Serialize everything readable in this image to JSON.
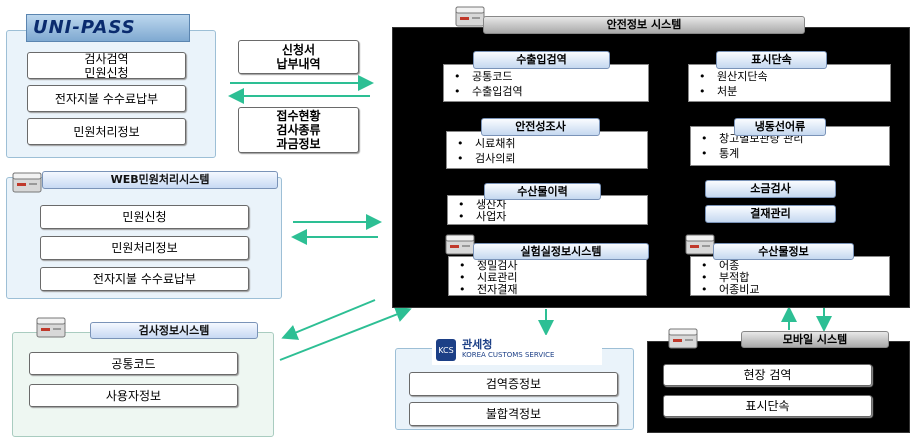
{
  "unipass": {
    "logo": "UNI-PASS",
    "items": [
      "검사검역\n민원신청",
      "전자지불 수수료납부",
      "민원처리정보"
    ]
  },
  "middle": {
    "upper_label": "신청서\n납부내역",
    "lower_label": "접수현황\n검사종류\n과금정보"
  },
  "web_system": {
    "title": "WEB민원처리시스템",
    "items": [
      "민원신청",
      "민원처리정보",
      "전자지불 수수료납부"
    ]
  },
  "inspection_system": {
    "title": "검사정보시스템",
    "items": [
      "공통코드",
      "사용자정보"
    ]
  },
  "customs": {
    "logo_main": "관세청",
    "logo_sub": "KOREA CUSTOMS SERVICE",
    "items": [
      "검역증정보",
      "불합격정보"
    ]
  },
  "safety_system": {
    "title": "안전정보 시스템",
    "modules": [
      {
        "title": "수출입검역",
        "items": [
          "공통코드",
          "수출입검역"
        ]
      },
      {
        "title": "표시단속",
        "items": [
          "원산지단속",
          "처분"
        ]
      },
      {
        "title": "안전성조사",
        "items": [
          "시료채취",
          "검사의뢰"
        ]
      },
      {
        "title": "냉동선어류",
        "items": [
          "창고별보관량 관리",
          "통계"
        ]
      },
      {
        "title": "수산물이력",
        "items": [
          "생산자",
          "사업자"
        ]
      },
      {
        "title": "실험실정보시스템",
        "items": [
          "정밀검사",
          "시료관리",
          "전자결재"
        ]
      },
      {
        "title": "수산물정보",
        "items": [
          "어종",
          "부적합",
          "어종비교"
        ]
      }
    ],
    "buttons": [
      "소금검사",
      "결재관리"
    ]
  },
  "mobile_system": {
    "title": "모바일 시스템",
    "items": [
      "현장 검역",
      "표시단속"
    ]
  },
  "colors": {
    "arrow": "#2dbf94",
    "header": "#c7d9f3"
  },
  "icons": [
    "server-icon",
    "customs-logo-icon"
  ]
}
